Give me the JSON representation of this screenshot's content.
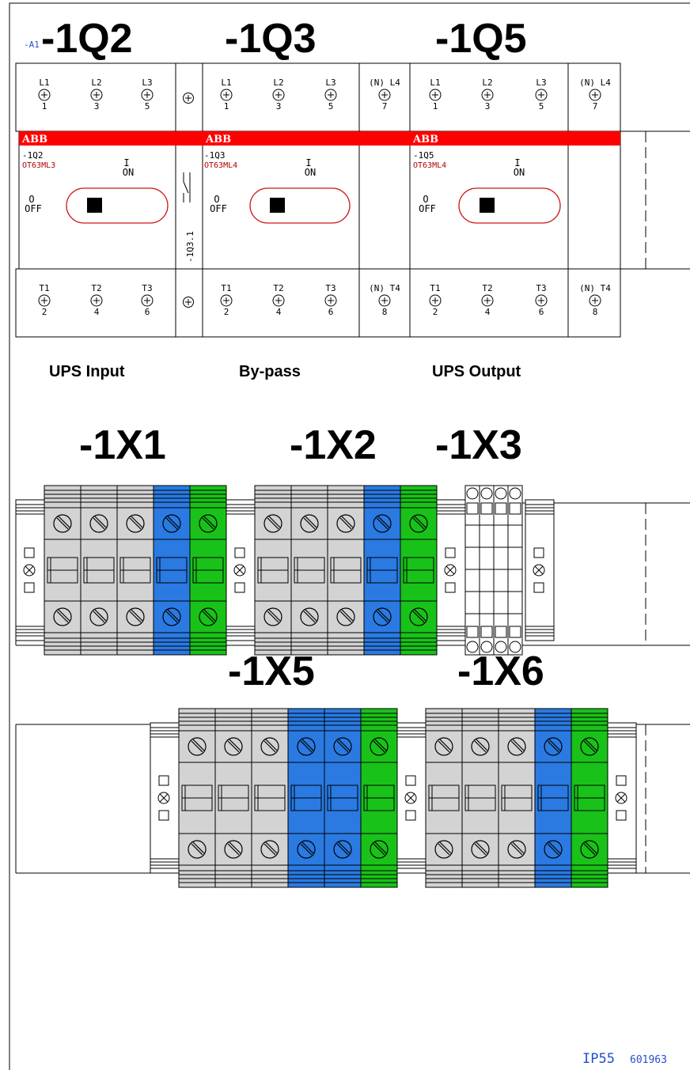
{
  "frame_tag": "-A1",
  "breakers": [
    {
      "id": "-1Q2",
      "code": "-1Q2",
      "model": "OT63ML3",
      "brand": "ABB",
      "on": "ON",
      "on_mark": "I",
      "off": "OFF",
      "off_mark": "O",
      "caption": "UPS Input",
      "top_terms": [
        {
          "t": "L1",
          "n": "1"
        },
        {
          "t": "L2",
          "n": "3"
        },
        {
          "t": "L3",
          "n": "5"
        }
      ],
      "bot_terms": [
        {
          "t": "T1",
          "n": "2"
        },
        {
          "t": "T2",
          "n": "4"
        },
        {
          "t": "T3",
          "n": "6"
        }
      ]
    },
    {
      "id": "-1Q3",
      "code": "-1Q3",
      "model": "OT63ML4",
      "brand": "ABB",
      "on": "ON",
      "on_mark": "I",
      "off": "OFF",
      "off_mark": "O",
      "caption": "By-pass",
      "top_terms": [
        {
          "t": "L1",
          "n": "1"
        },
        {
          "t": "L2",
          "n": "3"
        },
        {
          "t": "L3",
          "n": "5"
        },
        {
          "t": "(N) L4",
          "n": "7"
        }
      ],
      "bot_terms": [
        {
          "t": "T1",
          "n": "2"
        },
        {
          "t": "T2",
          "n": "4"
        },
        {
          "t": "T3",
          "n": "6"
        },
        {
          "t": "(N) T4",
          "n": "8"
        }
      ]
    },
    {
      "id": "-1Q5",
      "code": "-1Q5",
      "model": "OT63ML4",
      "brand": "ABB",
      "on": "ON",
      "on_mark": "I",
      "off": "OFF",
      "off_mark": "O",
      "caption": "UPS Output",
      "top_terms": [
        {
          "t": "L1",
          "n": "1"
        },
        {
          "t": "L2",
          "n": "3"
        },
        {
          "t": "L3",
          "n": "5"
        },
        {
          "t": "(N) L4",
          "n": "7"
        }
      ],
      "bot_terms": [
        {
          "t": "T1",
          "n": "2"
        },
        {
          "t": "T2",
          "n": "4"
        },
        {
          "t": "T3",
          "n": "6"
        },
        {
          "t": "(N) T4",
          "n": "8"
        }
      ]
    }
  ],
  "aux_contact": "-1Q3.1",
  "terminal_blocks": [
    {
      "id": "-1X1",
      "terminals": [
        "grey",
        "grey",
        "grey",
        "blue",
        "green"
      ]
    },
    {
      "id": "-1X2",
      "terminals": [
        "grey",
        "grey",
        "grey",
        "blue",
        "green"
      ]
    },
    {
      "id": "-1X3",
      "terminals": [
        "small",
        "small",
        "small",
        "small"
      ]
    },
    {
      "id": "-1X5",
      "terminals": [
        "grey",
        "grey",
        "grey",
        "blue",
        "blue",
        "green"
      ]
    },
    {
      "id": "-1X6",
      "terminals": [
        "grey",
        "grey",
        "grey",
        "blue",
        "green"
      ]
    }
  ],
  "colors": {
    "grey": "#d3d3d3",
    "blue": "#2a7ae2",
    "green": "#19c219",
    "brand_bar": "#ff0000",
    "blue_text": "#2050d0"
  },
  "footer": {
    "rating": "IP55",
    "code": "601963"
  }
}
